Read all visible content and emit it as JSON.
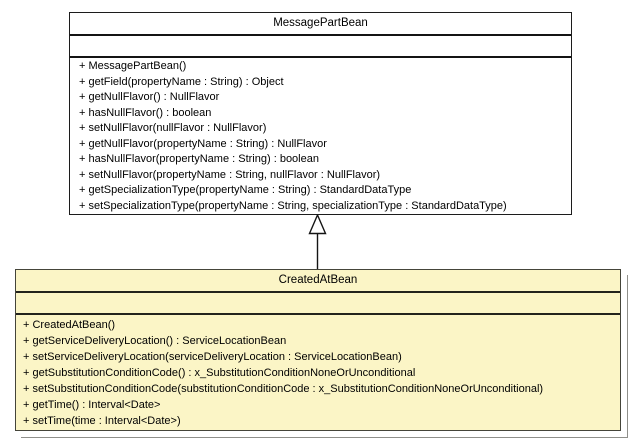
{
  "diagram": {
    "kind": "uml-class-diagram",
    "relationship": {
      "type": "generalization",
      "from": "CreatedAtBean",
      "to": "MessagePartBean"
    }
  },
  "classes": {
    "message_part_bean": {
      "name": "MessagePartBean",
      "attributes": [],
      "methods": [
        "+ MessagePartBean()",
        "+ getField(propertyName : String) : Object",
        "+ getNullFlavor() : NullFlavor",
        "+ hasNullFlavor() : boolean",
        "+ setNullFlavor(nullFlavor : NullFlavor)",
        "+ getNullFlavor(propertyName : String) : NullFlavor",
        "+ hasNullFlavor(propertyName : String) : boolean",
        "+ setNullFlavor(propertyName : String, nullFlavor : NullFlavor)",
        "+ getSpecializationType(propertyName : String) : StandardDataType",
        "+ setSpecializationType(propertyName : String, specializationType : StandardDataType)"
      ]
    },
    "created_at_bean": {
      "name": "CreatedAtBean",
      "attributes": [],
      "methods": [
        "+ CreatedAtBean()",
        "+ getServiceDeliveryLocation() : ServiceLocationBean",
        "+ setServiceDeliveryLocation(serviceDeliveryLocation : ServiceLocationBean)",
        "+ getSubstitutionConditionCode() : x_SubstitutionConditionNoneOrUnconditional",
        "+ setSubstitutionConditionCode(substitutionConditionCode : x_SubstitutionConditionNoneOrUnconditional)",
        "+ getTime() : Interval<Date>",
        "+ setTime(time : Interval<Date>)"
      ]
    }
  },
  "colors": {
    "background": "#FFFFFF",
    "box_fill": "#FFFFFF",
    "highlight_fill": "#FBF5C6",
    "border": "#1C1C1C",
    "shadow": "#8F8F8A",
    "text": "#000000"
  }
}
